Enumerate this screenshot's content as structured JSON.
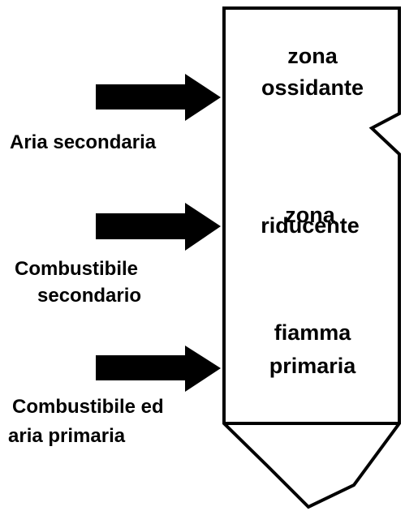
{
  "colors": {
    "ink": "#000000",
    "background": "#ffffff"
  },
  "zones": {
    "oxidizing": {
      "line1": "zona",
      "line2": "ossidante"
    },
    "reducing": {
      "line1": "zona",
      "line2": "riducente"
    },
    "primary_flame": {
      "line1": "fiamma",
      "line2": "primaria"
    }
  },
  "inputs": {
    "secondary_air": {
      "line1": "Aria secondaria"
    },
    "secondary_fuel": {
      "line1": "Combustibile",
      "line2": "secondario"
    },
    "primary_fuel_air": {
      "line1": "Combustibile ed",
      "line2": "aria primaria"
    }
  }
}
